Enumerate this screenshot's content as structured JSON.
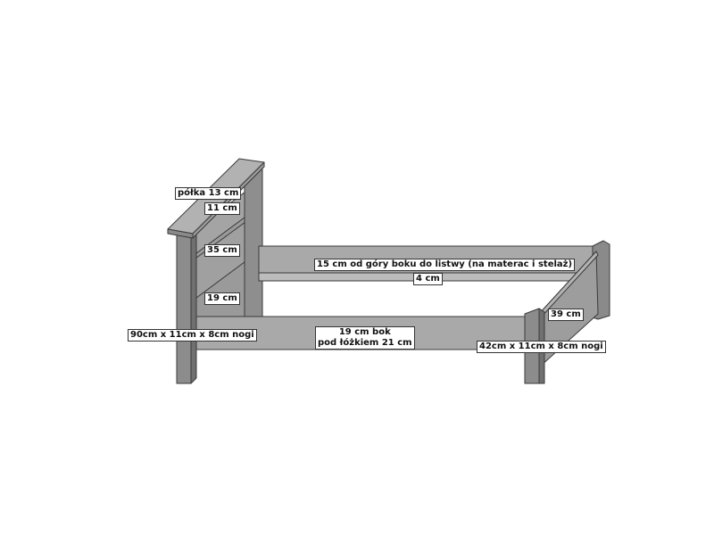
{
  "colors": {
    "wood_light": "#a9a9a9",
    "wood_mid": "#979797",
    "wood_dark": "#7d7d7d",
    "outline": "#3a3a3a"
  },
  "labels": {
    "shelf": "półka 13 cm",
    "head_top_board": "11 cm",
    "head_middle_board": "35 cm",
    "head_bottom_board": "19 cm",
    "head_legs": "90cm x 11cm x 8cm nogi",
    "back_rail": "15 cm od góry boku do listwy (na materac i stelaż)",
    "slat_ledge": "4 cm",
    "front_rail_line1": "19 cm bok",
    "front_rail_line2": "pod łóżkiem 21 cm",
    "foot_board": "39 cm",
    "foot_legs": "42cm x 11cm x 8cm nogi"
  }
}
